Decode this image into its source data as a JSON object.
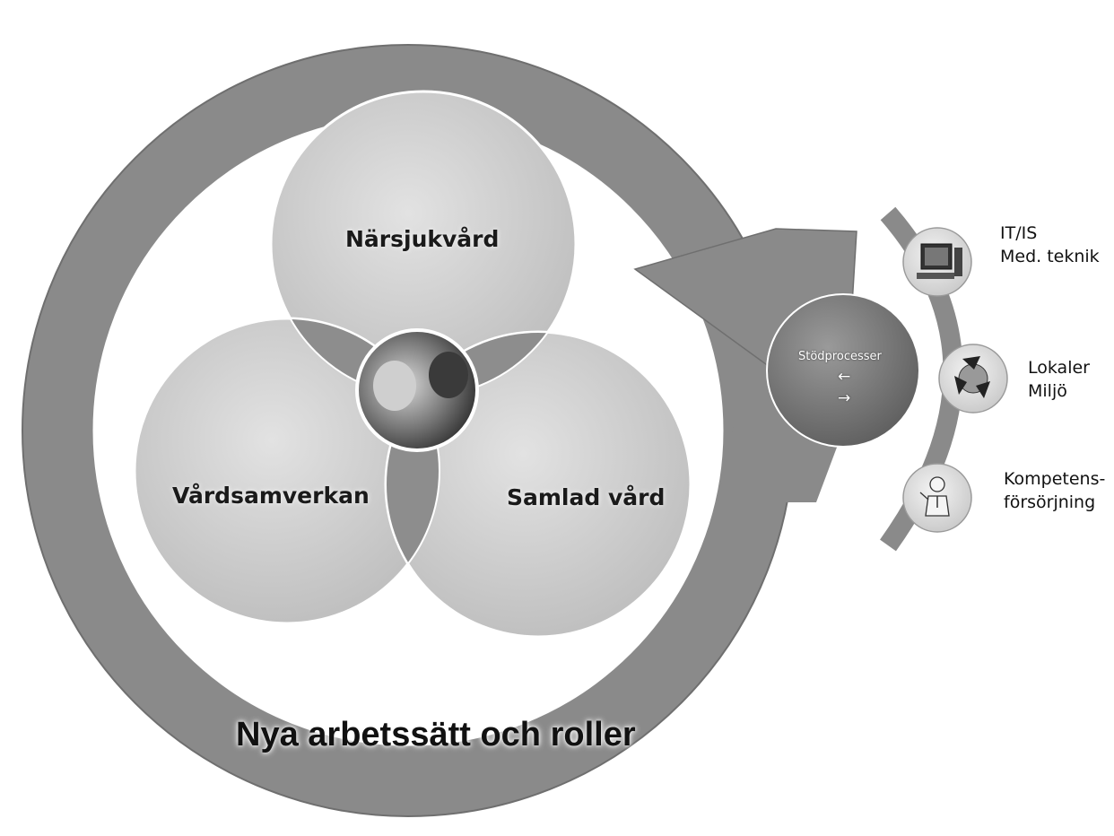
{
  "venn": {
    "top": "Närsjukvård",
    "left": "Vårdsamverkan",
    "right": "Samlad vård"
  },
  "ring": {
    "label": "Nya arbetssätt och roller"
  },
  "hub": {
    "label": "Stödprocesser",
    "arrow_left": "←",
    "arrow_right": "→"
  },
  "support": [
    {
      "line1": "IT/IS",
      "line2": "Med. teknik",
      "icon": "computer-icon"
    },
    {
      "line1": "Lokaler",
      "line2": "Miljö",
      "icon": "recycle-icon"
    },
    {
      "line1": "Kompetens-",
      "line2": "försörjning",
      "icon": "person-icon"
    }
  ]
}
